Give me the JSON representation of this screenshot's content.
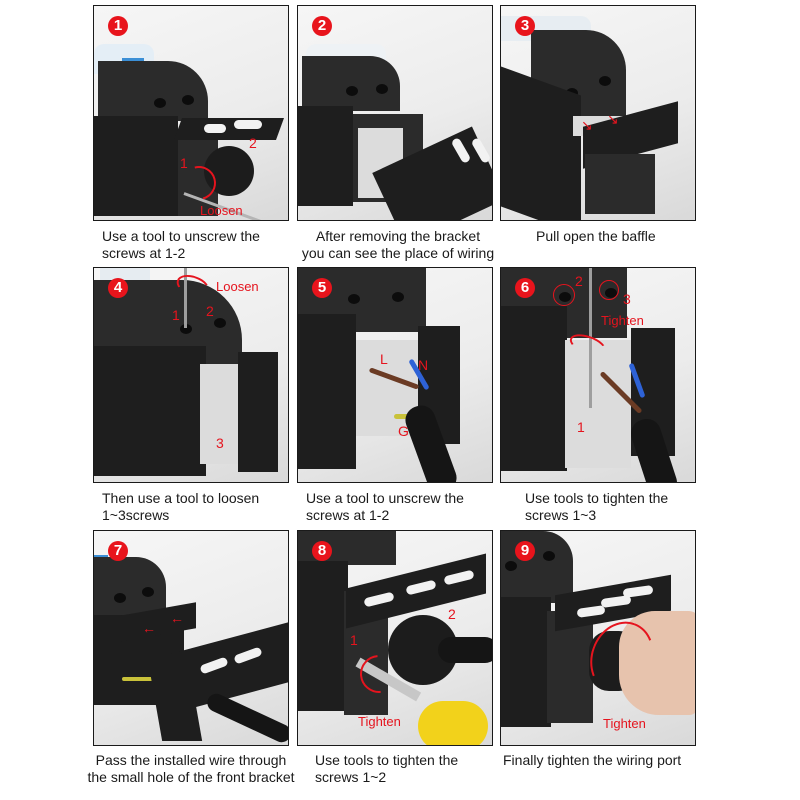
{
  "steps": [
    {
      "number": "1",
      "caption_line1": "Use a tool to unscrew the",
      "caption_line2": "screws at 1-2",
      "annotations": {
        "a1": "1",
        "a2": "2",
        "action": "Loosen"
      }
    },
    {
      "number": "2",
      "caption_line1": "After removing the bracket",
      "caption_line2": "you can see the place of wiring",
      "annotations": {}
    },
    {
      "number": "3",
      "caption_line1": "Pull open the baffle",
      "caption_line2": "",
      "annotations": {}
    },
    {
      "number": "4",
      "caption_line1": "Then use a tool to loosen",
      "caption_line2": "1~3screws",
      "annotations": {
        "a1": "1",
        "a2": "2",
        "a3": "3",
        "action": "Loosen"
      }
    },
    {
      "number": "5",
      "caption_line1": "Use a tool to unscrew the",
      "caption_line2": "screws at 1-2",
      "annotations": {
        "L": "L",
        "N": "N",
        "G": "G"
      }
    },
    {
      "number": "6",
      "caption_line1": "Use tools to tighten the",
      "caption_line2": "screws 1~3",
      "annotations": {
        "a1": "1",
        "a2": "2",
        "a3": "3",
        "action": "Tighten"
      }
    },
    {
      "number": "7",
      "caption_line1": "Pass the installed wire through",
      "caption_line2": "the small hole of the front bracket",
      "annotations": {}
    },
    {
      "number": "8",
      "caption_line1": "Use tools to tighten the",
      "caption_line2": "screws 1~2",
      "annotations": {
        "a1": "1",
        "a2": "2",
        "action": "Tighten"
      }
    },
    {
      "number": "9",
      "caption_line1": "Finally tighten the wiring port",
      "caption_line2": "",
      "annotations": {
        "action": "Tighten"
      }
    }
  ],
  "colors": {
    "badge": "#e8141c",
    "annotation": "#e5141e",
    "device": "#2b2b2b",
    "frame": "#1a1a1a"
  }
}
